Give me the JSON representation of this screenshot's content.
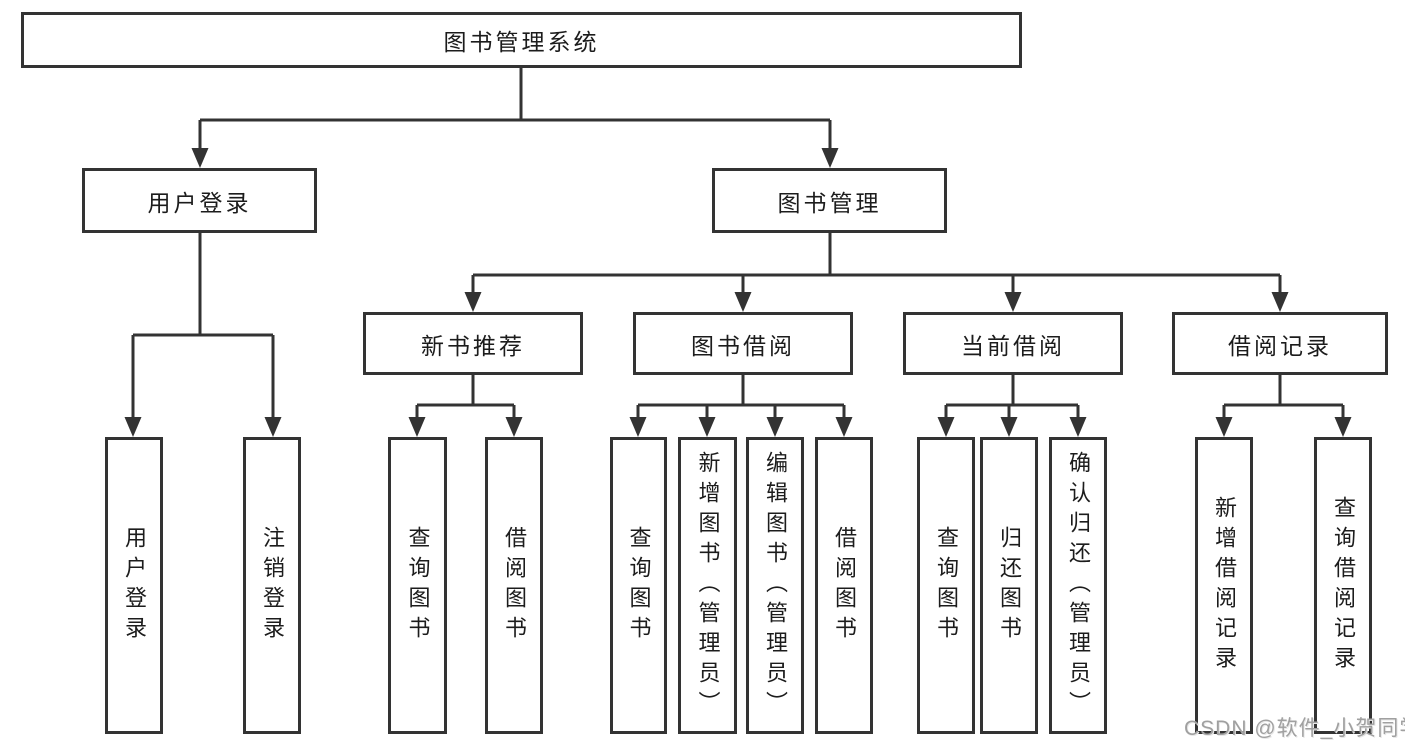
{
  "diagram": {
    "tree": {
      "root": "图书管理系统",
      "children": [
        {
          "label": "用户登录",
          "children": [
            "用户登录",
            "注销登录"
          ]
        },
        {
          "label": "图书管理",
          "children": [
            {
              "label": "新书推荐",
              "children": [
                "查询图书",
                "借阅图书"
              ]
            },
            {
              "label": "图书借阅",
              "children": [
                "查询图书",
                "新增图书（管理员）",
                "编辑图书（管理员）",
                "借阅图书"
              ]
            },
            {
              "label": "当前借阅",
              "children": [
                "查询图书",
                "归还图书",
                "确认归还（管理员）"
              ]
            },
            {
              "label": "借阅记录",
              "children": [
                "新增借阅记录",
                "查询借阅记录"
              ]
            }
          ]
        }
      ]
    },
    "watermark": "CSDN @软件_小贺同学",
    "colors": {
      "line": "#333333",
      "text": "#1c1c1c",
      "watermark": "#a0a0a0",
      "background": "#ffffff"
    }
  }
}
